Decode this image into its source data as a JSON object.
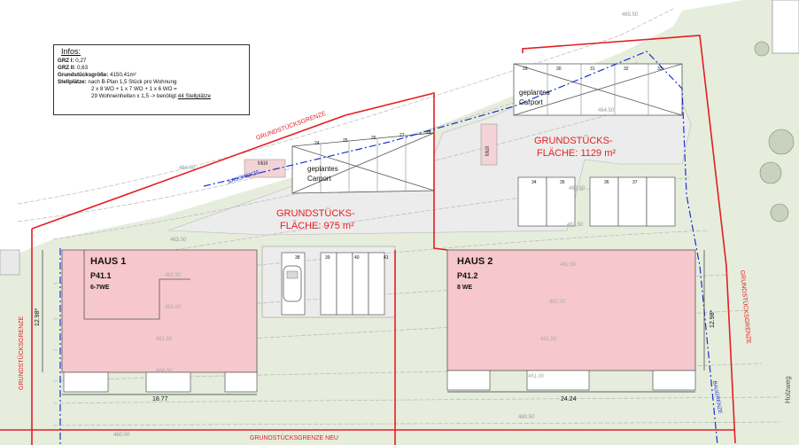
{
  "infos": {
    "title": "Infos:",
    "grz1": {
      "label": "GRZ I:",
      "value": "0,27"
    },
    "grz2": {
      "label": "GRZ II:",
      "value": "0,63"
    },
    "lot_size": {
      "label": "Grundstücksgröße:",
      "value": "4150,41m²"
    },
    "parking_label": "Stellplätze:",
    "parking_line1": "nach B-Plan 1,5 Stück pro Wohnung",
    "parking_line2": "2 x 8 WO + 1 x 7 WO + 1 x 6 WO =",
    "parking_line3_prefix": "29 Wohneinheiten x 1,5 -> benötigt",
    "parking_line3_value": "44 Stellplätze"
  },
  "labels": {
    "grenze_top": "GRUNDSTÜCKSGRENZE",
    "grenze_left": "GRUNDSTÜCKSGRENZE",
    "grenze_right": "GRUNDSTÜCKSGRENZE",
    "grenze_new": "GRUNDSTÜCKSGRENZE NEU",
    "baugrenze_top": "BAUGRENZE",
    "baugrenze_right": "BAUGRENZE",
    "area1_line1": "GRUNDSTÜCKS-",
    "area1_line2": "FLÄCHE: 975 m²",
    "area2_line1": "GRUNDSTÜCKS-",
    "area2_line2": "FLÄCHE: 1129 m²",
    "carport1_line1": "geplantes",
    "carport1_line2": "Carport",
    "carport2_line1": "geplantes",
    "carport2_line2": "Carport",
    "muell1": "Müll",
    "muell2": "Müll",
    "street": "Holzweg"
  },
  "houses": [
    {
      "name": "HAUS 1",
      "code": "P41.1",
      "units": "6-7WE",
      "width": "18.77",
      "depth": "12.98*",
      "lvl_top": "462.50",
      "lvl_mid": "462.00",
      "lvl_low": "461.50",
      "lvl_bottom": "464.00"
    },
    {
      "name": "HAUS 2",
      "code": "P41.2",
      "units": "8 WE",
      "width": "24.24",
      "depth": "12.98*",
      "lvl_top": "462.50",
      "lvl_mid": "462.00",
      "lvl_low": "461.50",
      "lvl_bottom": "461.00"
    }
  ],
  "contours": [
    "465.50",
    "464.50",
    "464.00",
    "463.00",
    "463.50",
    "462.50",
    "460.50",
    "460.00"
  ],
  "parking_numbers": {
    "row_top": [
      "24",
      "25",
      "26",
      "27",
      "28"
    ],
    "row_carport2": [
      "29",
      "30",
      "31",
      "32",
      "33"
    ],
    "row_mid": [
      "34",
      "35",
      "36",
      "37"
    ],
    "row_small": [
      "38",
      "39",
      "40",
      "41"
    ]
  },
  "colors": {
    "boundary": "#e31e24",
    "baugrenze": "#1a33cc",
    "house_fill": "#f6c7cc",
    "green": "#e6eddc",
    "paved": "#eaeaea",
    "hatch": "#cfc6c6"
  }
}
